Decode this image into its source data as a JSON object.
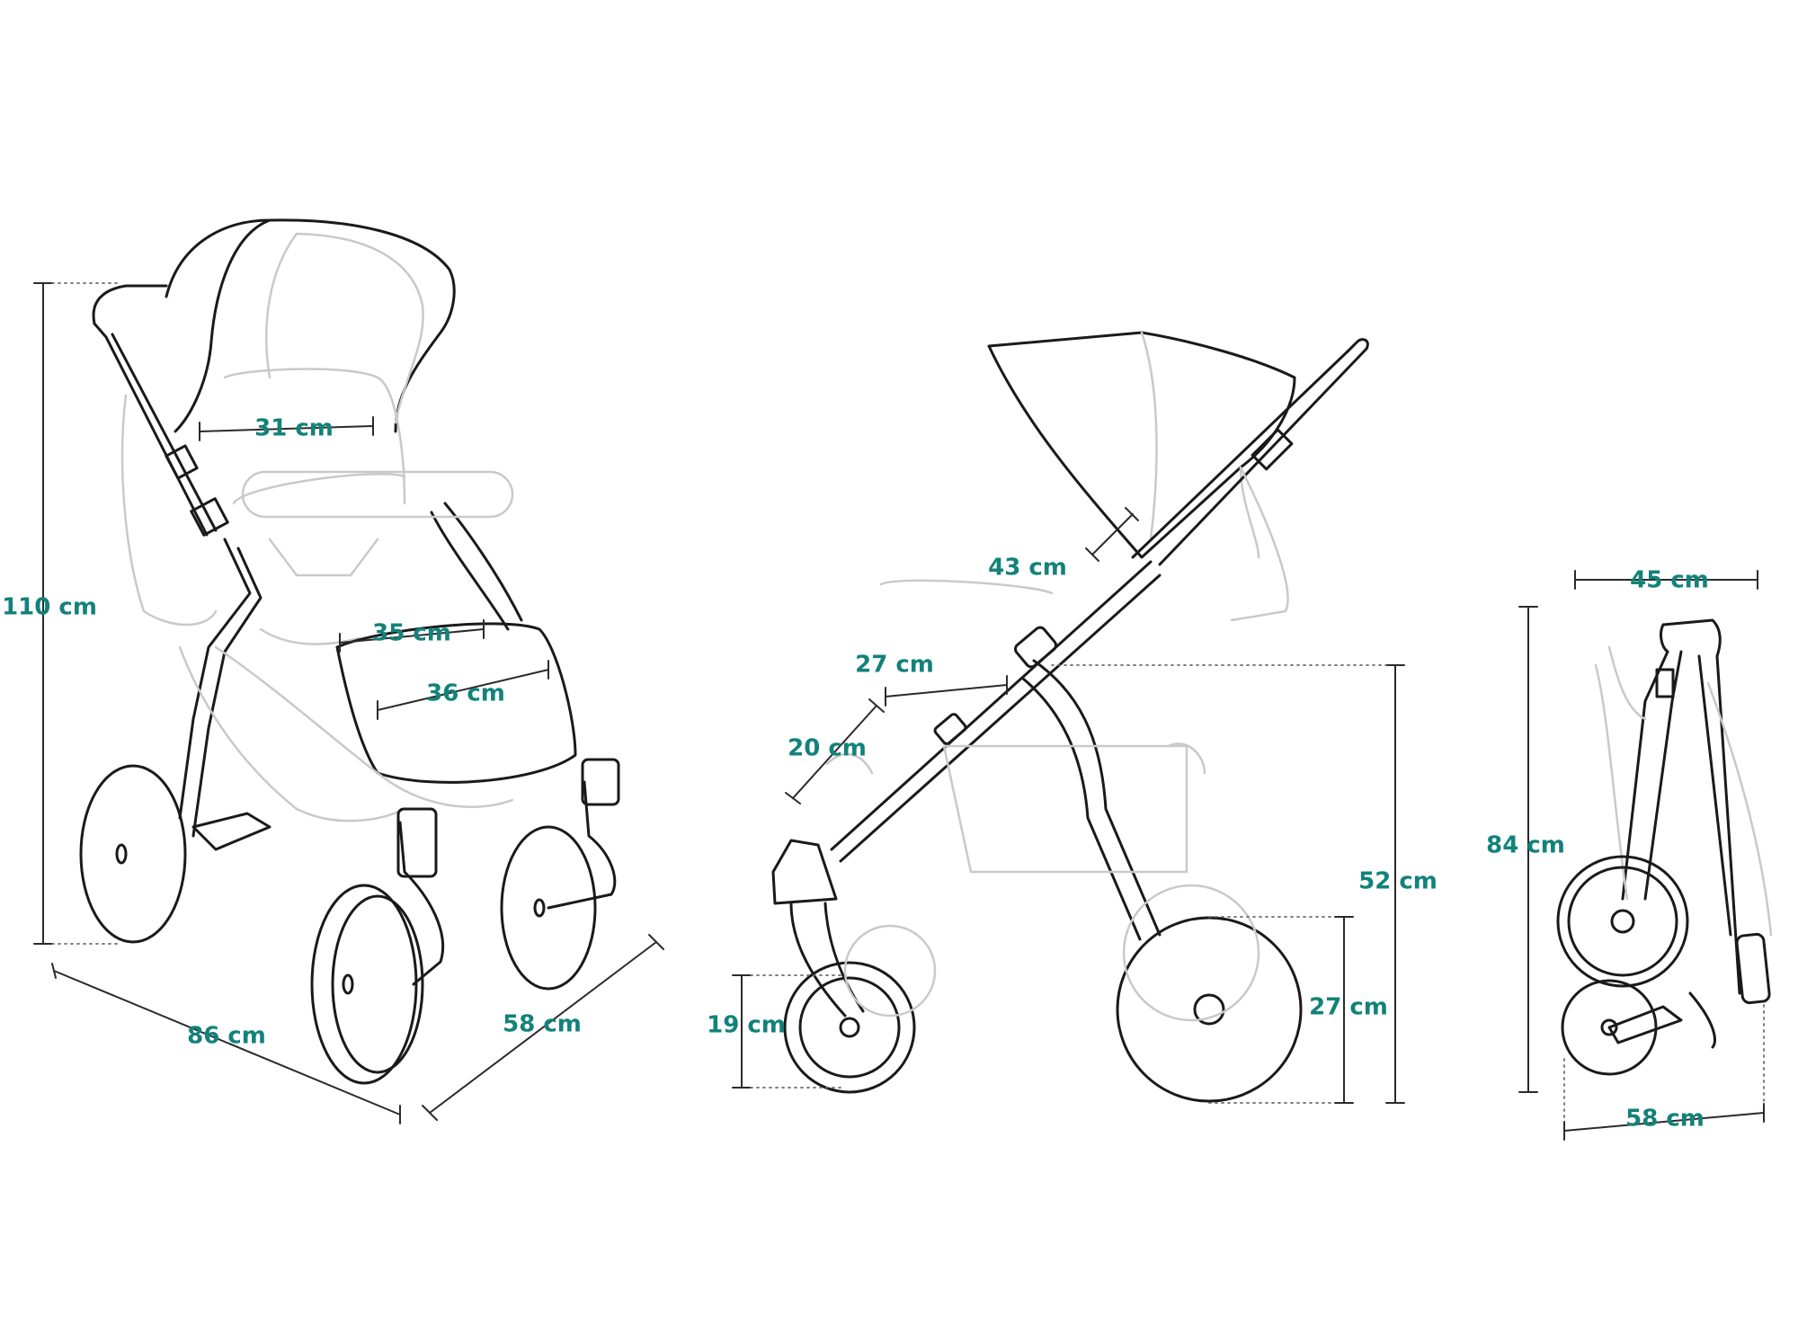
{
  "accent_color": "#12827a",
  "dimensions": {
    "front_seat_width": "31 cm",
    "front_height": "110 cm",
    "front_backrest_width": "35 cm",
    "front_footrest_width": "36 cm",
    "front_length": "86 cm",
    "front_width": "58 cm",
    "side_backrest_length": "43 cm",
    "side_seat_depth": "27 cm",
    "side_footrest_length": "20 cm",
    "side_seat_height": "52 cm",
    "side_front_wheel": "19 cm",
    "side_rear_wheel": "27 cm",
    "folded_width": "45 cm",
    "folded_height": "84 cm",
    "folded_length": "58 cm"
  }
}
